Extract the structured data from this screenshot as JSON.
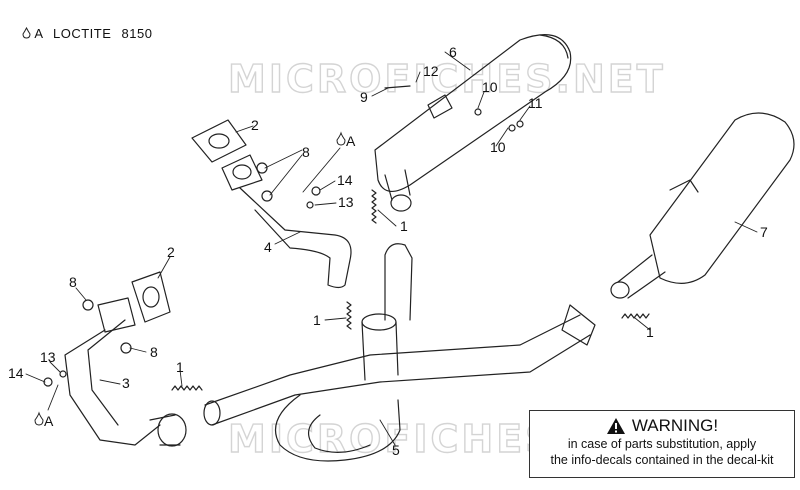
{
  "legend": {
    "symbol": "A",
    "product": "LOCTITE",
    "code": "8150"
  },
  "watermark": "MICROFICHES.NET",
  "callouts": {
    "c1a": "1",
    "c1b": "1",
    "c1c": "1",
    "c1d": "1",
    "c2a": "2",
    "c2b": "2",
    "c3": "3",
    "c4": "4",
    "c5": "5",
    "c6": "6",
    "c7": "7",
    "c8a": "8",
    "c8b": "8",
    "c8c": "8",
    "c9": "9",
    "c10a": "10",
    "c10b": "10",
    "c11": "11",
    "c12": "12",
    "c13a": "13",
    "c13b": "13",
    "c14a": "14",
    "c14b": "14",
    "cAa": "A",
    "cAb": "A"
  },
  "warning": {
    "title": "WARNING!",
    "line1": "in case of parts substitution, apply",
    "line2": "the info-decals contained in the decal-kit"
  }
}
